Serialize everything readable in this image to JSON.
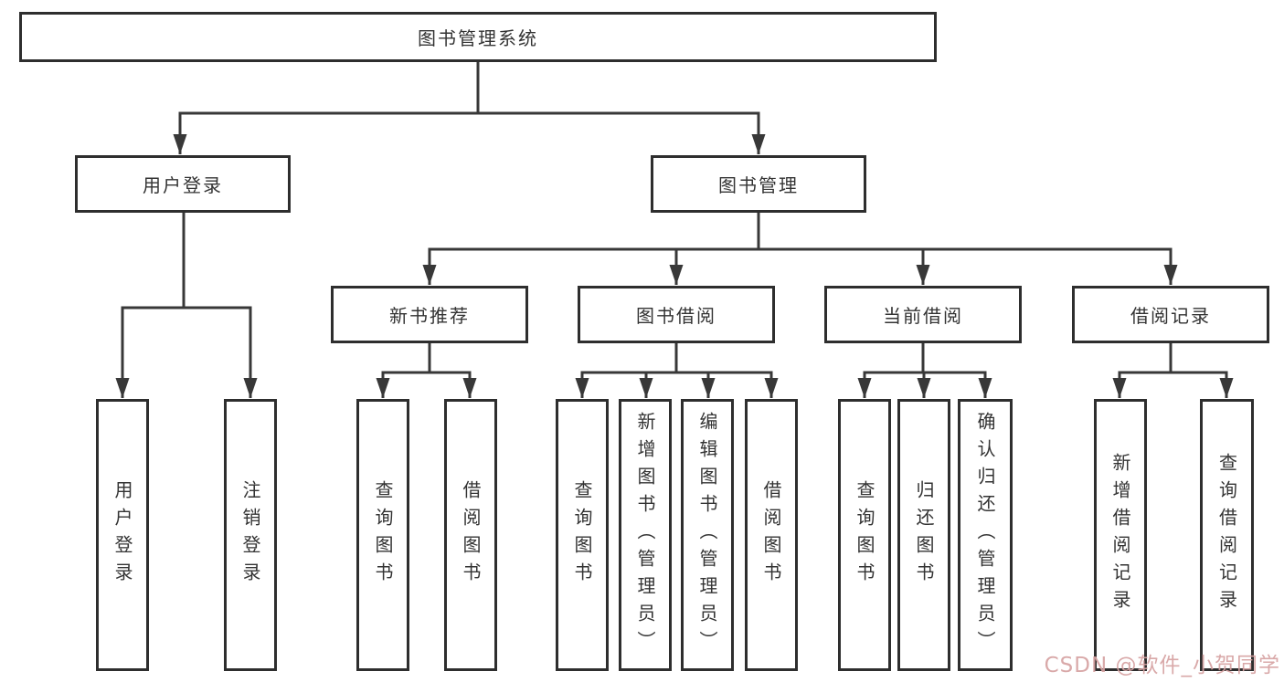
{
  "diagram": {
    "root": {
      "label": "图书管理系统"
    },
    "level2": {
      "user_login": {
        "label": "用户登录"
      },
      "book_mgmt": {
        "label": "图书管理"
      }
    },
    "level3": {
      "new_book_rec": {
        "label": "新书推荐"
      },
      "book_borrow": {
        "label": "图书借阅"
      },
      "current_borrow": {
        "label": "当前借阅"
      },
      "borrow_record": {
        "label": "借阅记录"
      }
    },
    "leaves": [
      {
        "label": "用户登录"
      },
      {
        "label": "注销登录"
      },
      {
        "label": "查询图书"
      },
      {
        "label": "借阅图书"
      },
      {
        "label": "查询图书"
      },
      {
        "label": "新增图书（管理员）"
      },
      {
        "label": "编辑图书（管理员）"
      },
      {
        "label": "借阅图书"
      },
      {
        "label": "查询图书"
      },
      {
        "label": "归还图书"
      },
      {
        "label": "确认归还（管理员）"
      },
      {
        "label": "新增借阅记录"
      },
      {
        "label": "查询借阅记录"
      }
    ]
  },
  "watermark": {
    "text": "CSDN @软件_小贺同学"
  },
  "colors": {
    "background": "#ffffff",
    "box_border": "#2e2e2e",
    "line": "#383838",
    "text": "#333333",
    "watermark": "#d6a2a2"
  }
}
